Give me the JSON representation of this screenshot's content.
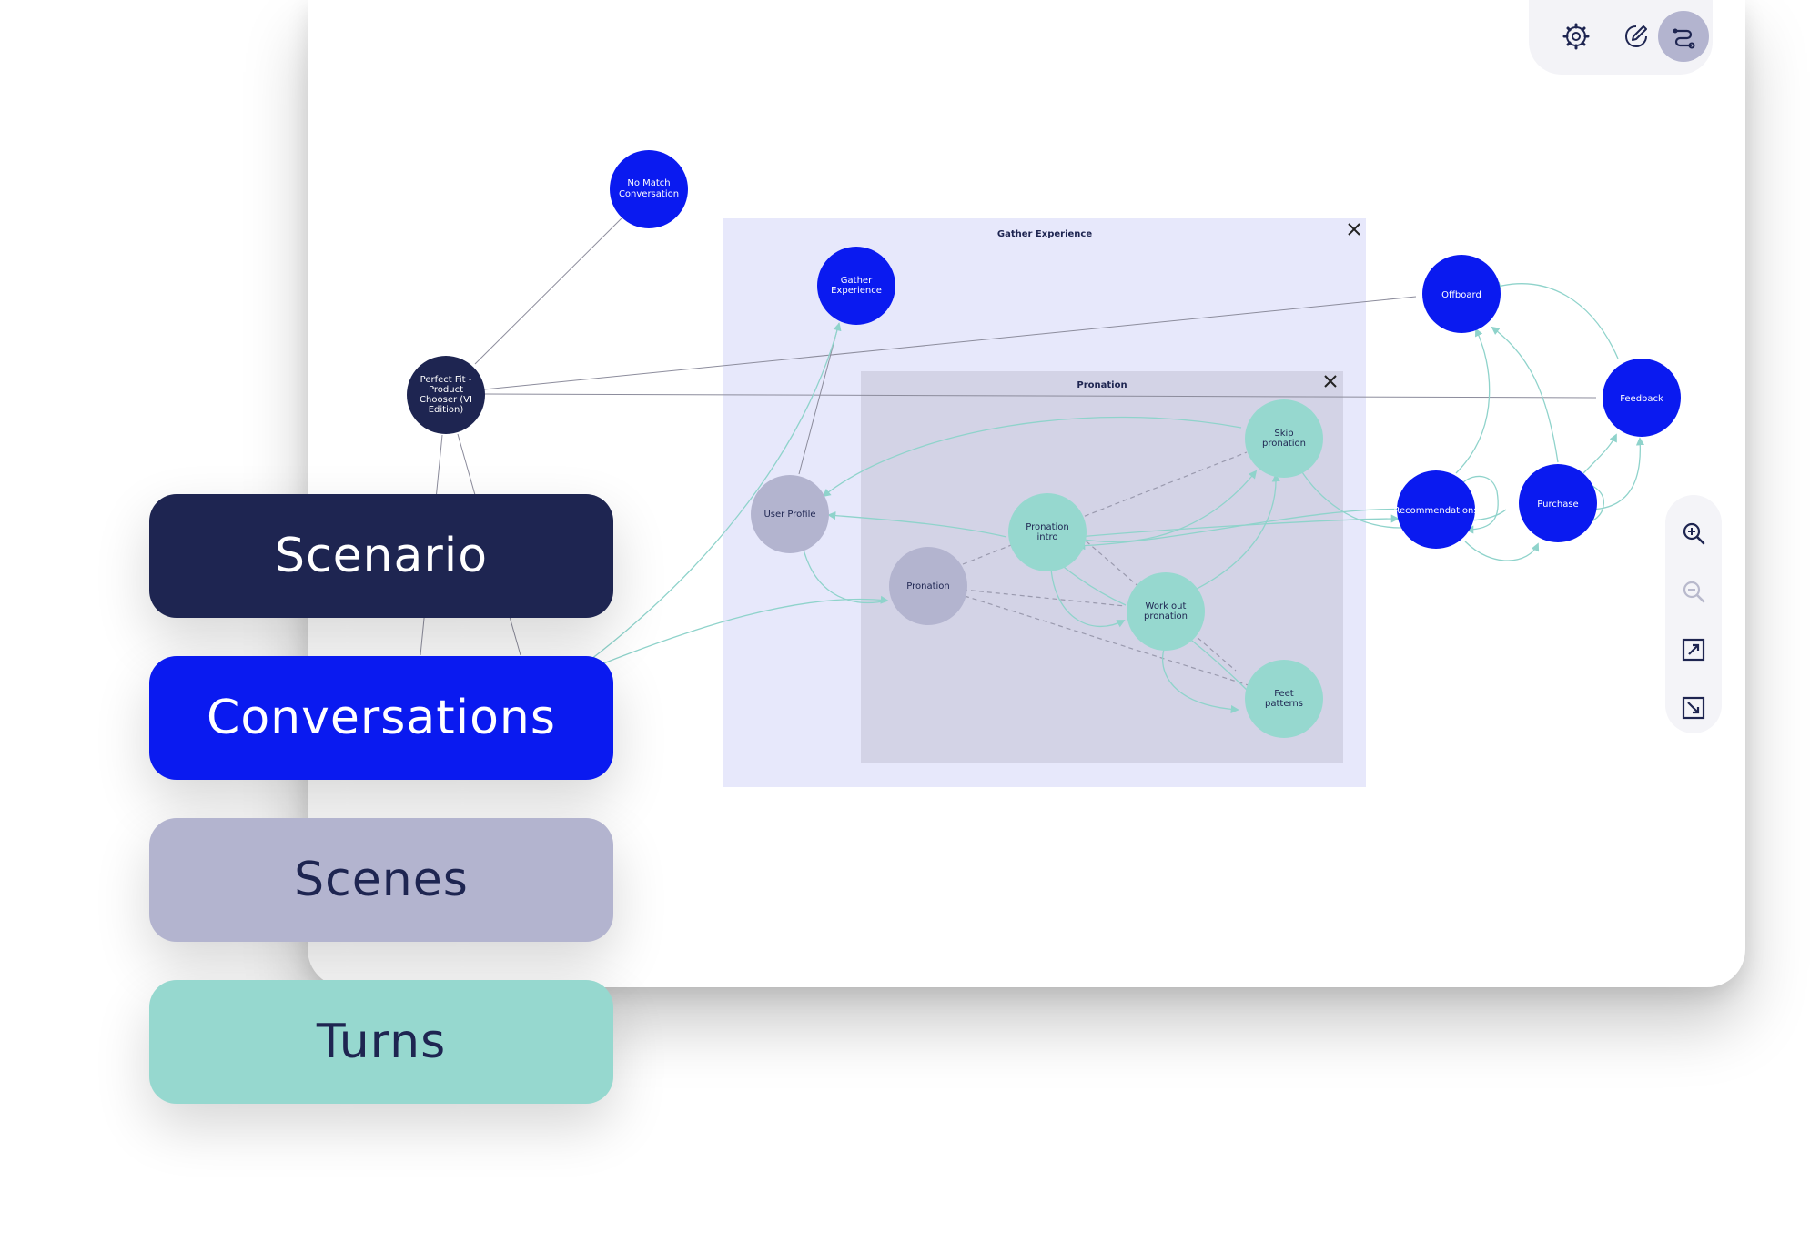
{
  "colors": {
    "scenario": "#1e2551",
    "conversation": "#0a1af0",
    "scene": "#b3b4cf",
    "turn": "#96d8cf",
    "group_outer": "#e7e8fb",
    "group_inner": "#d3d3e6",
    "edge_gray": "#8c8c9c",
    "edge_teal": "#8fd3cb"
  },
  "toolbar": {
    "buttons": [
      {
        "icon": "settings-gear-icon"
      },
      {
        "icon": "edit-pen-icon"
      },
      {
        "icon": "route-icon",
        "active": true
      }
    ]
  },
  "zoom_controls": [
    {
      "icon": "zoom-in-icon",
      "enabled": true
    },
    {
      "icon": "zoom-out-icon",
      "enabled": false
    },
    {
      "icon": "expand-icon",
      "enabled": true
    },
    {
      "icon": "collapse-icon",
      "enabled": true
    }
  ],
  "groups": {
    "gather_experience": {
      "title": "Gather Experience",
      "close_icon": "close-icon"
    },
    "pronation": {
      "title": "Pronation",
      "close_icon": "close-icon"
    }
  },
  "nodes": {
    "no_match": {
      "label": [
        "No Match",
        "Conversation"
      ],
      "kind": "conversation"
    },
    "perfect_fit": {
      "label": [
        "Perfect Fit -",
        "Product",
        "Chooser (VI",
        "Edition)"
      ],
      "kind": "scenario"
    },
    "gather_experience": {
      "label": [
        "Gather",
        "Experience"
      ],
      "kind": "conversation"
    },
    "offboard": {
      "label": [
        "Offboard"
      ],
      "kind": "conversation"
    },
    "feedback": {
      "label": [
        "Feedback"
      ],
      "kind": "conversation"
    },
    "recommendations": {
      "label": [
        "Recommendations"
      ],
      "kind": "conversation"
    },
    "purchase": {
      "label": [
        "Purchase"
      ],
      "kind": "conversation"
    },
    "user_profile": {
      "label": [
        "User Profile"
      ],
      "kind": "scene"
    },
    "pronation_scene": {
      "label": [
        "Pronation"
      ],
      "kind": "scene"
    },
    "pronation_intro": {
      "label": [
        "Pronation",
        "intro"
      ],
      "kind": "turn"
    },
    "skip_pronation": {
      "label": [
        "Skip",
        "pronation"
      ],
      "kind": "turn"
    },
    "work_out_pronation": {
      "label": [
        "Work out",
        "pronation"
      ],
      "kind": "turn"
    },
    "feet_patterns": {
      "label": [
        "Feet",
        "patterns"
      ],
      "kind": "turn"
    }
  },
  "legend": {
    "scenario": "Scenario",
    "conversations": "Conversations",
    "scenes": "Scenes",
    "turns": "Turns"
  }
}
